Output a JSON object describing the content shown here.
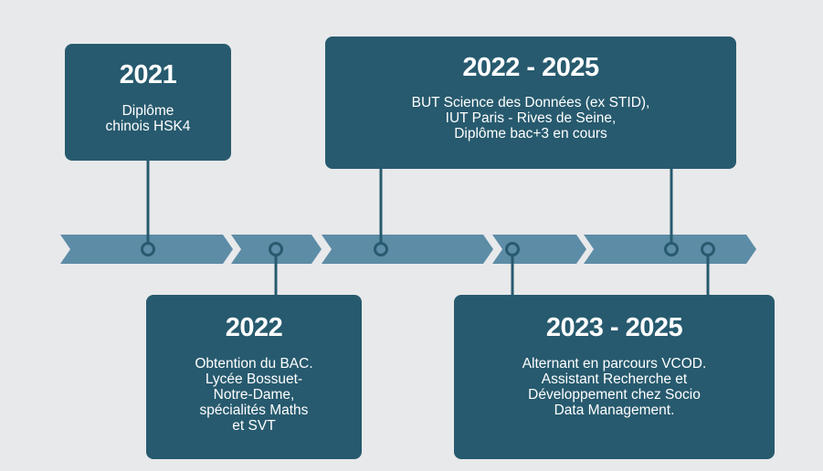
{
  "colors": {
    "background": "#e8e9eb",
    "card": "#275a6e",
    "arrow": "#5d8ca6",
    "connector": "#275a6e",
    "text": "#ffffff"
  },
  "events": [
    {
      "id": "2021",
      "year": "2021",
      "lines": [
        "Diplôme",
        "chinois HSK4"
      ]
    },
    {
      "id": "2022-2025",
      "year": "2022 - 2025",
      "lines": [
        "BUT Science des Données (ex STID),",
        "IUT Paris - Rives de Seine,",
        "Diplôme bac+3 en cours"
      ]
    },
    {
      "id": "2022",
      "year": "2022",
      "lines": [
        "Obtention du BAC.",
        "Lycée Bossuet-",
        "Notre-Dame,",
        "spécialités Maths",
        "et SVT"
      ]
    },
    {
      "id": "2023-2025",
      "year": "2023 - 2025",
      "lines": [
        "Alternant en parcours VCOD.",
        "Assistant Recherche et",
        "Développement chez Socio",
        "Data Management."
      ]
    }
  ]
}
